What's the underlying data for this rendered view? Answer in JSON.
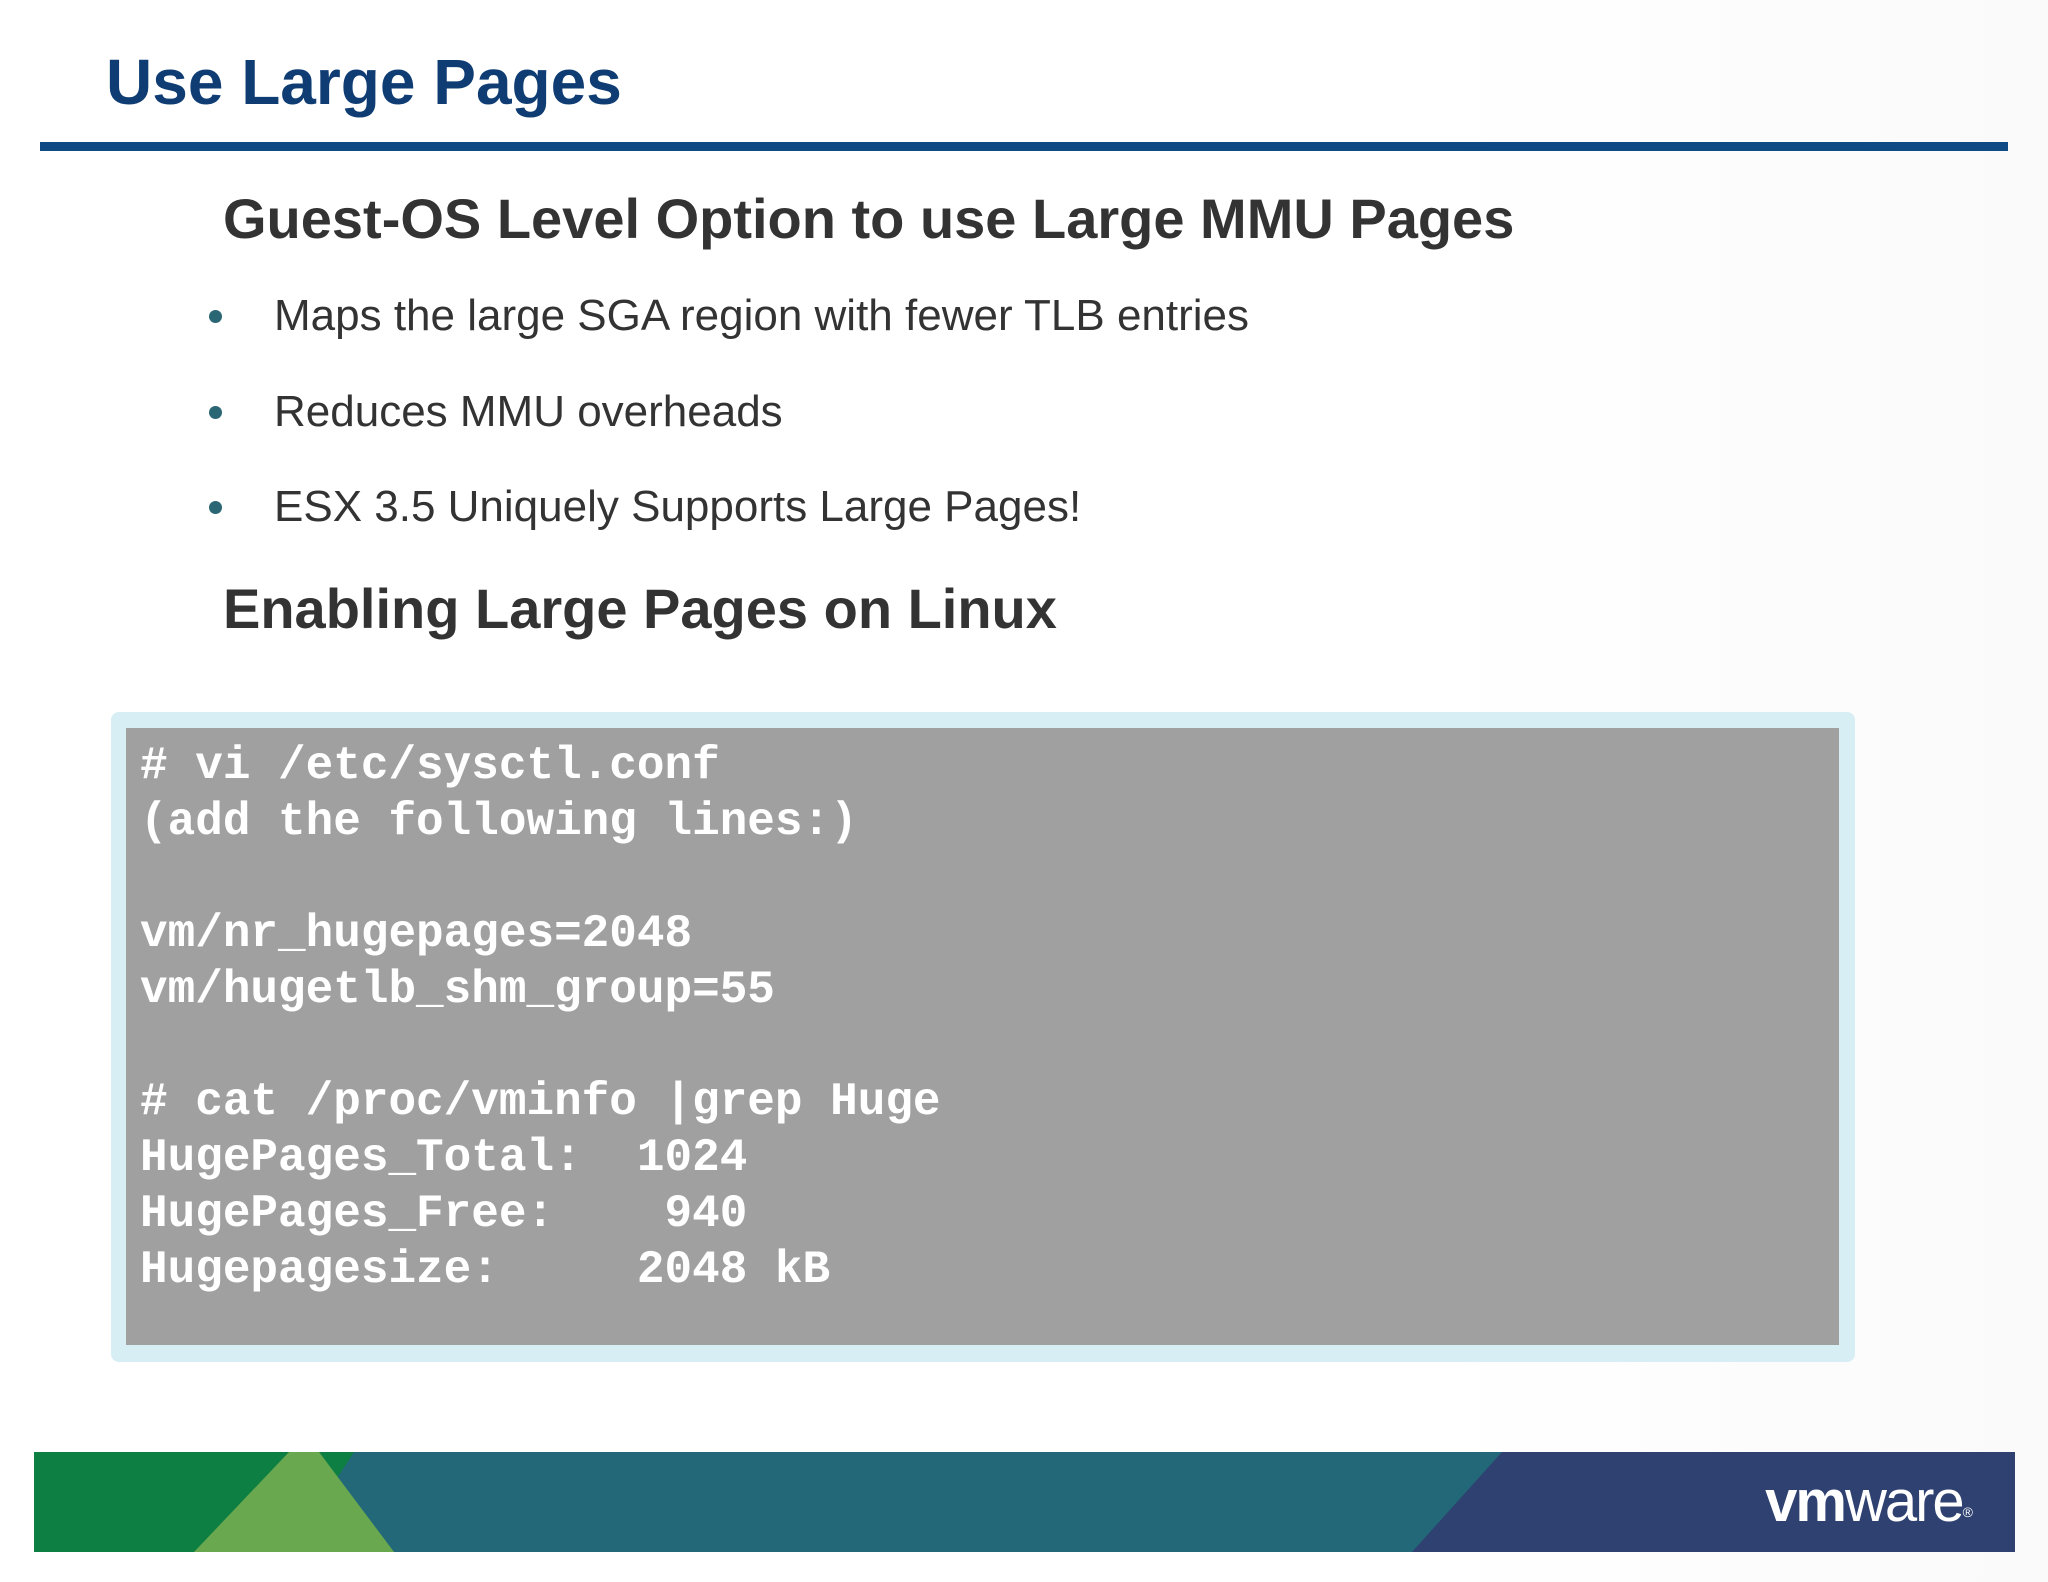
{
  "title": "Use Large Pages",
  "section1": {
    "heading": "Guest-OS Level Option to use Large MMU Pages",
    "bullets": [
      "Maps the large SGA region with fewer TLB entries",
      "Reduces MMU overheads",
      "ESX 3.5 Uniquely Supports Large Pages!"
    ]
  },
  "section2": {
    "heading": "Enabling Large Pages on Linux"
  },
  "code": {
    "text": "# vi /etc/sysctl.conf\n(add the following lines:)\n\nvm/nr_hugepages=2048\nvm/hugetlb_shm_group=55\n\n# cat /proc/vminfo |grep Huge\nHugePages_Total:  1024\nHugePages_Free:    940\nHugepagesize:     2048 kB"
  },
  "footer": {
    "logo_vm": "vm",
    "logo_ware": "ware",
    "logo_reg": "®"
  },
  "colors": {
    "title": "#0f3d73",
    "rule": "#0f4a85",
    "code_bg": "#a0a0a0",
    "code_frame": "#d6eef4",
    "footer_green": "#0e7f43",
    "footer_light_green": "#6aa84f",
    "footer_teal": "#236878",
    "footer_navy": "#2e4170"
  }
}
